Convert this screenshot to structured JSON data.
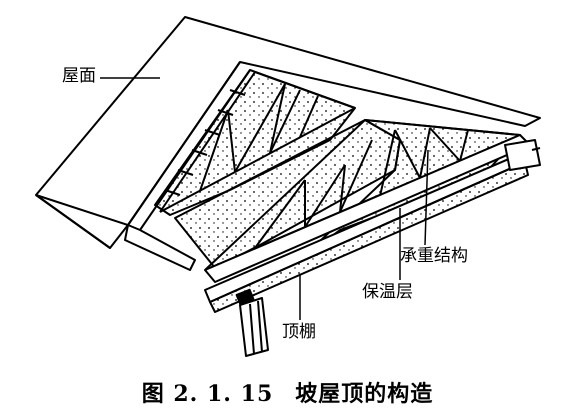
{
  "labels": {
    "roof_surface": "屋面",
    "load_bearing_structure": "承重结构",
    "insulation_layer": "保温层",
    "ceiling": "顶棚"
  },
  "caption": {
    "number": "图 2. 1. 15",
    "title": "坡屋顶的构造"
  },
  "colors": {
    "ink": "#000000",
    "paper": "#ffffff"
  }
}
